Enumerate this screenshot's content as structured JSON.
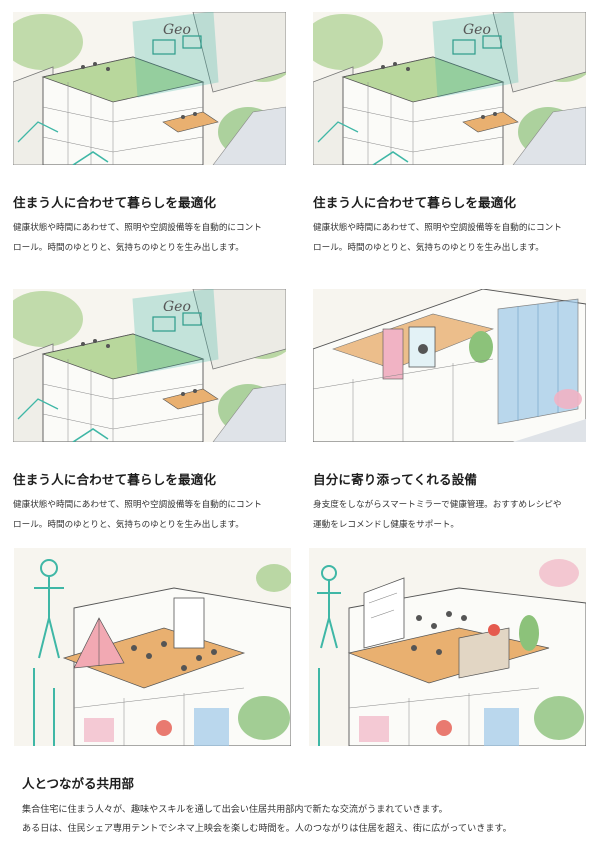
{
  "cards": [
    {
      "title": "住まう人に合わせて暮らしを最適化",
      "desc_lines": [
        "健康状態や時間にあわせて、照明や空調設備等を自動的にコント",
        "ロール。時間のゆとりと、気持ちのゆとりを生み出します。"
      ],
      "sign_text": "Geo"
    },
    {
      "title": "住まう人に合わせて暮らしを最適化",
      "desc_lines": [
        "健康状態や時間にあわせて、照明や空調設備等を自動的にコント",
        "ロール。時間のゆとりと、気持ちのゆとりを生み出します。"
      ],
      "sign_text": "Geo"
    },
    {
      "title": "住まう人に合わせて暮らしを最適化",
      "desc_lines": [
        "健康状態や時間にあわせて、照明や空調設備等を自動的にコント",
        "ロール。時間のゆとりと、気持ちのゆとりを生み出します。"
      ],
      "sign_text": "Geo"
    },
    {
      "title": "自分に寄り添ってくれる設備",
      "desc_lines": [
        "身支度をしながらスマートミラーで健康管理。おすすめレシピや",
        "運動をレコメンドし健康をサポート。"
      ]
    }
  ],
  "section": {
    "title": "人とつながる共用部",
    "desc_lines": [
      "集合住宅に住まう人々が、趣味やスキルを通して出会い住居共用部内で新たな交流がうまれていきます。",
      "ある日は、住民シェア専用テントでシネマ上映会を楽しむ時間を。人のつながりは住居を超え、街に広がっていきます。"
    ]
  },
  "colors": {
    "accent_teal": "#3fb7a6",
    "greenery": "#8cc27a",
    "wood": "#e9b070",
    "building_line": "#6a6a6a"
  }
}
